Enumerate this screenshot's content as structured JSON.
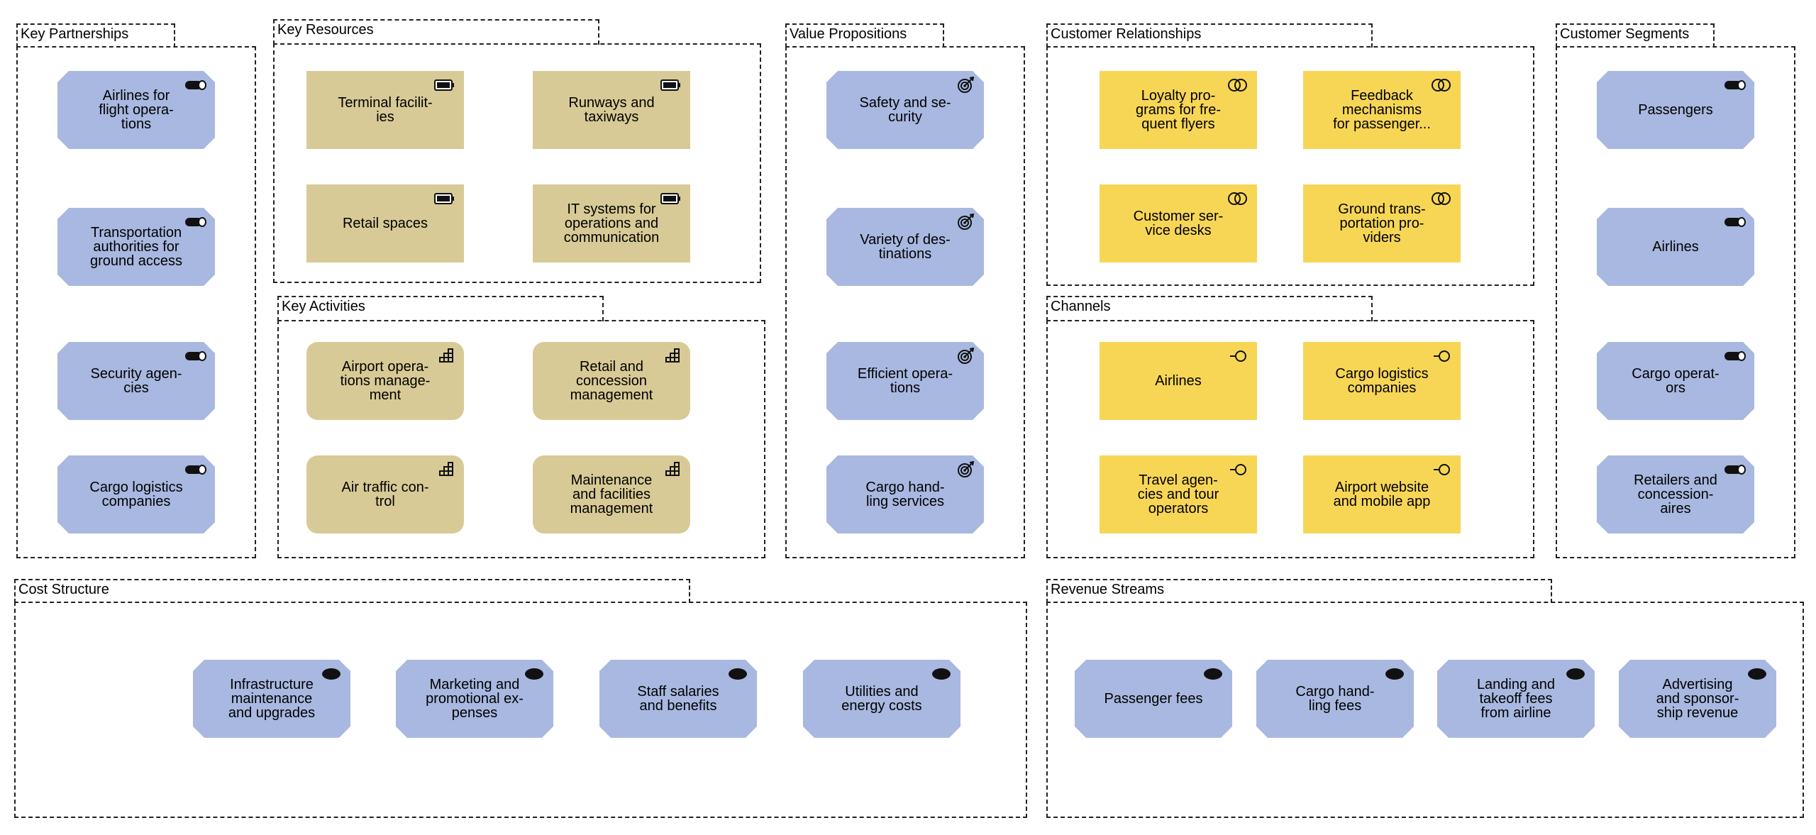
{
  "sections": {
    "key_partnerships": {
      "title": "Key Partnerships",
      "items": [
        "Airlines for\nflight opera-\ntions",
        "Transportation\nauthorities for\nground access",
        "Security agen-\ncies",
        "Cargo logistics\ncompanies"
      ]
    },
    "key_resources": {
      "title": "Key Resources",
      "items": [
        "Terminal facilit-\nies",
        "Runways and\ntaxiways",
        "Retail spaces",
        "IT systems for\noperations and\ncommunication"
      ]
    },
    "key_activities": {
      "title": "Key Activities",
      "items": [
        "Airport opera-\ntions manage-\nment",
        "Retail and\nconcession\nmanagement",
        "Air traffic con-\ntrol",
        "Maintenance\nand facilities\nmanagement"
      ]
    },
    "value_propositions": {
      "title": "Value Propositions",
      "items": [
        "Safety and se-\ncurity",
        "Variety of des-\ntinations",
        "Efficient opera-\ntions",
        "Cargo hand-\nling services"
      ]
    },
    "customer_relationships": {
      "title": "Customer Relationships",
      "items": [
        "Loyalty pro-\ngrams for fre-\nquent flyers",
        "Feedback\nmechanisms\nfor passenger...",
        "Customer ser-\nvice desks",
        "Ground trans-\nportation pro-\nviders"
      ]
    },
    "channels": {
      "title": "Channels",
      "items": [
        "Airlines",
        "Cargo logistics\ncompanies",
        "Travel agen-\ncies and tour\noperators",
        "Airport website\nand mobile app"
      ]
    },
    "customer_segments": {
      "title": "Customer Segments",
      "items": [
        "Passengers",
        "Airlines",
        "Cargo operat-\nors",
        "Retailers and\nconcession-\naires"
      ]
    },
    "cost_structure": {
      "title": "Cost Structure",
      "items": [
        "Infrastructure\nmaintenance\nand upgrades",
        "Marketing and\npromotional ex-\npenses",
        "Staff salaries\nand benefits",
        "Utilities and\nenergy costs"
      ]
    },
    "revenue_streams": {
      "title": "Revenue Streams",
      "items": [
        "Passenger fees",
        "Cargo hand-\nling fees",
        "Landing and\ntakeoff fees\nfrom airline",
        "Advertising\nand sponsor-\nship revenue"
      ]
    }
  },
  "colors": {
    "business_actor": "#a8b8e0",
    "resource": "#d8ca96",
    "interface": "#f7d656",
    "border": "#222222"
  },
  "icons": {
    "key_partnerships": "actor-role-icon",
    "key_resources": "resource-battery-icon",
    "key_activities": "capability-icon",
    "value_propositions": "goal-target-icon",
    "customer_relationships": "collaboration-icon",
    "channels": "interface-icon",
    "customer_segments": "actor-role-icon",
    "cost_structure": "cost-icon",
    "revenue_streams": "revenue-icon"
  }
}
